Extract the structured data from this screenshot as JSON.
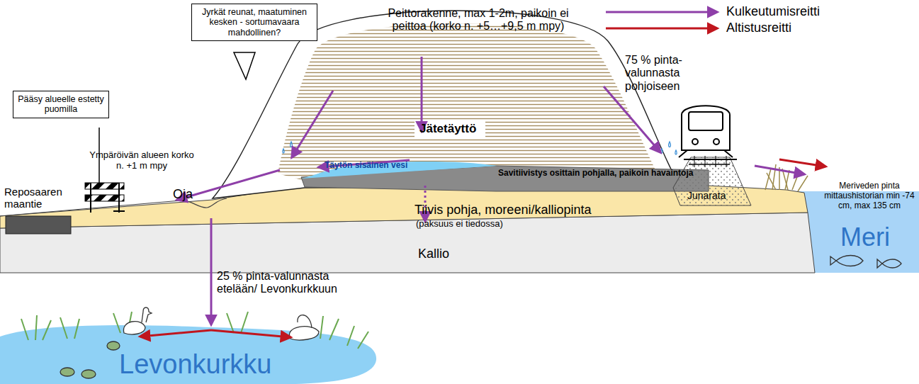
{
  "diagram": {
    "nodes": [
      {
        "text": [
          "Jyrkät reunat, maatuminen kesken - sortumavaara mahdollinen?"
        ]
      },
      {
        "text": [
          "Pääsy alueelle estetty puomilla"
        ]
      }
    ],
    "labels": [
      "Peittorakenne, max 1-2m, paikoin ei peittoa (korko n. +5…+9,5 m mpy)",
      "75 % pinta-valunnasta pohjoiseen",
      "Jätetäyttö",
      "Täytön sisäinen vesi",
      "Savitiivistys osittain pohjalla, paikoin havaintoja",
      "Tiivis pohja, moreeni/kalliopinta",
      "(paksuus ei tiedossa)",
      "Kallio",
      "Ympäröivän alueen korko n. +1 m mpy",
      "Reposaaren maantie",
      "Oja",
      "Junarata",
      "Meriveden pinta mittaushistorian min -74 cm, max 135 cm",
      "Meri",
      "25 % pinta-valunnasta etelään/ Levonkurkkuun",
      "Levonkurkku"
    ],
    "legend": [
      {
        "text": "Kulkeutumisreitti"
      },
      {
        "text": "Altistusreitti"
      }
    ]
  }
}
